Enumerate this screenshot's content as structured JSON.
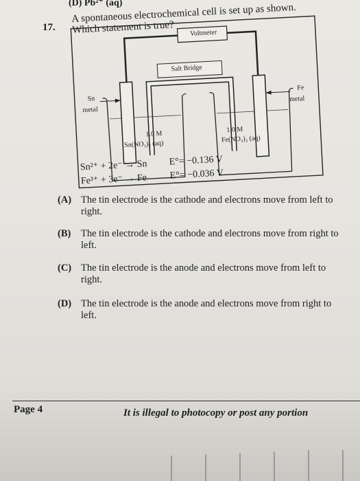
{
  "previous": {
    "text": "(D)  Pb²⁺ (aq)"
  },
  "question": {
    "number": "17.",
    "line1": "A spontaneous electrochemical cell is set up as shown.",
    "line2": "Which statement is true?"
  },
  "diagram": {
    "voltmeter": "Voltmeter",
    "salt_bridge": "Salt Bridge",
    "left_electrode": "Sn",
    "left_electrode_sub": "metal",
    "right_electrode": "Fe",
    "right_electrode_sub": "metal",
    "left_conc": "1.0 M",
    "left_solution": "Sn(NO₃)₂ (aq)",
    "right_conc": "1.0 M",
    "right_solution": "Fe(NO₃)₃ (aq)"
  },
  "equations": {
    "sn_lhs": "Sn²⁺ + 2e⁻ → Sn",
    "sn_potential": "E°= −0.136 V",
    "fe_lhs": "Fe³⁺ + 3e⁻ → Fe",
    "fe_potential": "E°= −0.036 V"
  },
  "options": [
    {
      "letter": "(A)",
      "text": "The tin electrode is the cathode and electrons move from left to right."
    },
    {
      "letter": "(B)",
      "text": "The tin electrode is the cathode and electrons move from right to left."
    },
    {
      "letter": "(C)",
      "text": "The tin electrode is the anode and electrons move from left to right."
    },
    {
      "letter": "(D)",
      "text": "The tin electrode is the anode and electrons move from right to left."
    }
  ],
  "footer": {
    "page": "Page 4",
    "notice": "It is illegal to photocopy or post any portion"
  }
}
